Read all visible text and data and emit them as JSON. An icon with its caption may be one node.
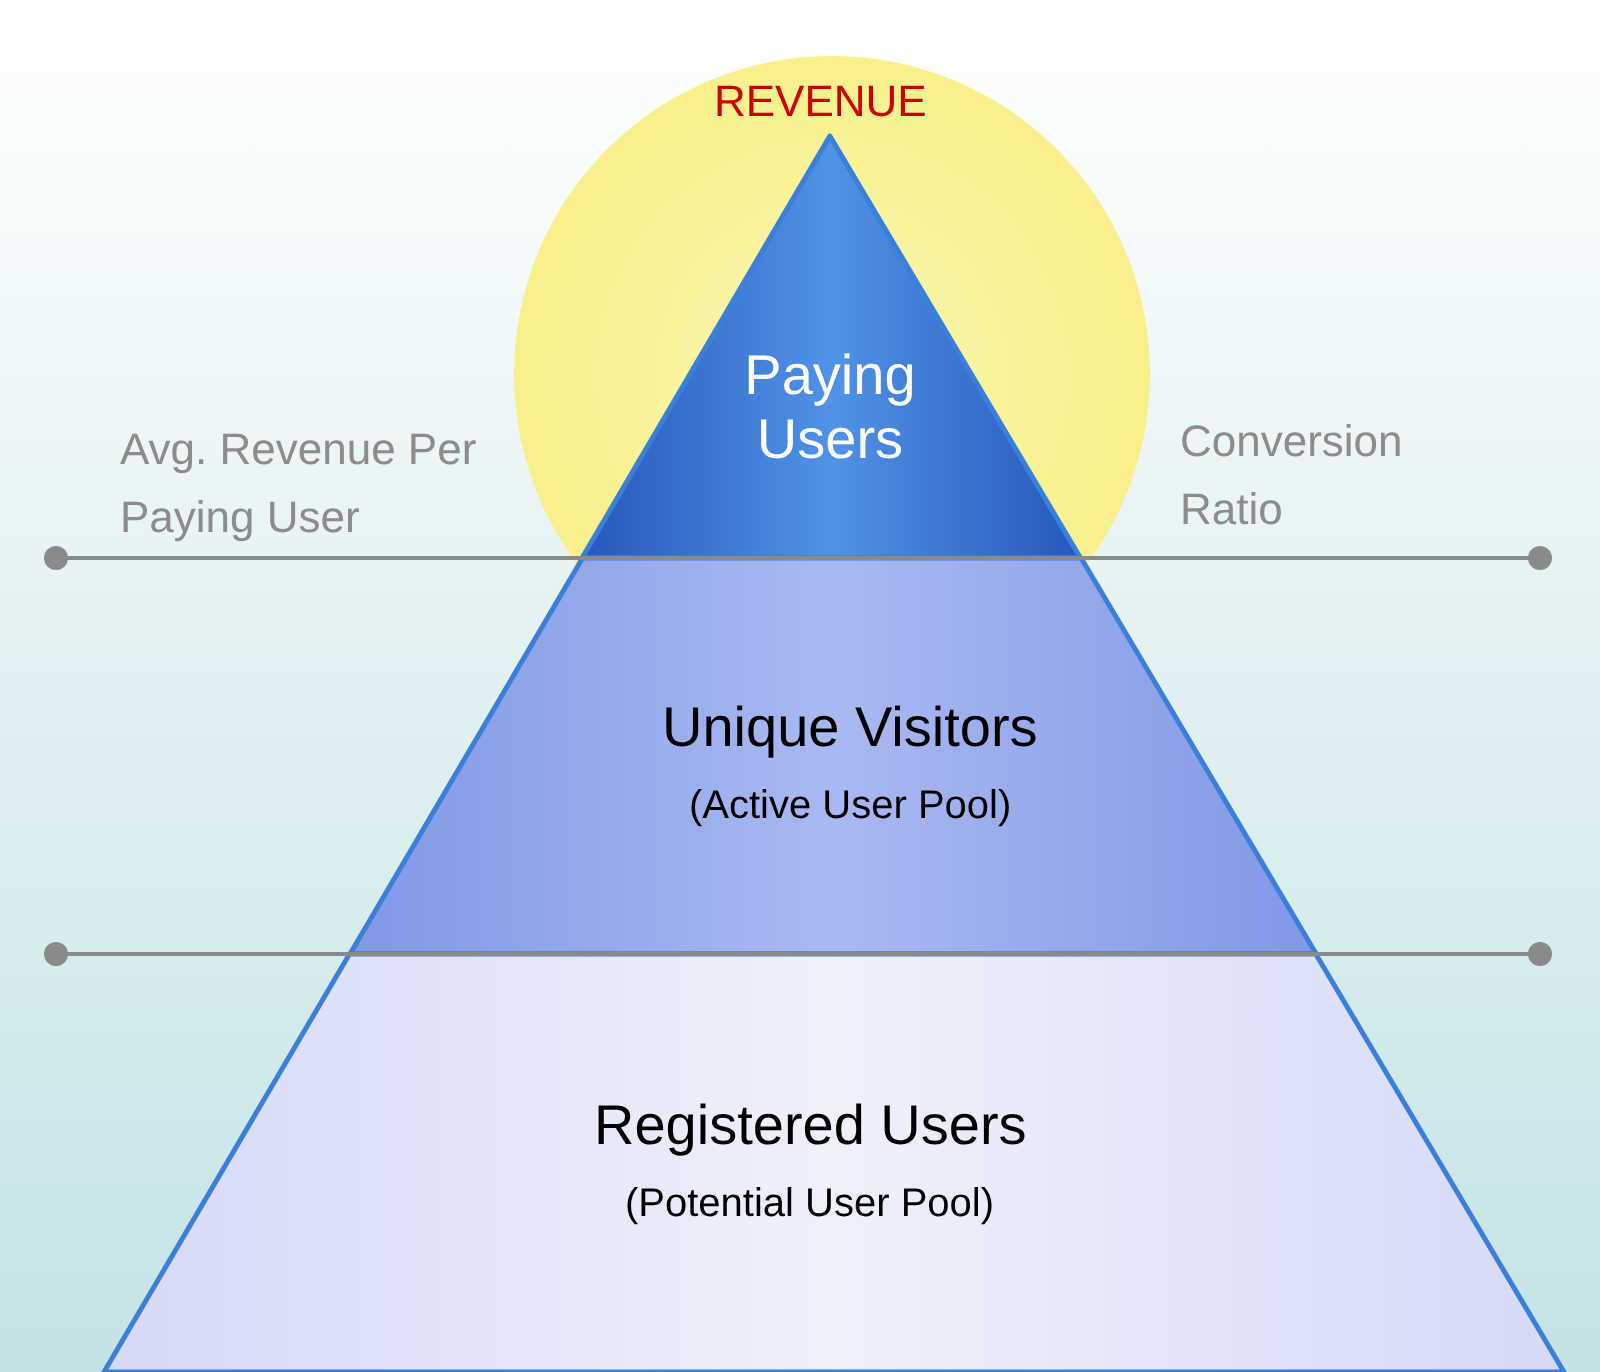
{
  "diagram": {
    "nodes": [
      {
        "text": [
          "Paying Users"
        ]
      },
      {
        "text": [
          "Unique Visitors",
          "(Active User Pool)"
        ]
      },
      {
        "text": [
          "Registered Users",
          "(Potential User Pool)"
        ]
      }
    ],
    "labels": [
      "REVENUE",
      "Avg. Revenue Per Paying User",
      "Conversion Ratio"
    ]
  }
}
